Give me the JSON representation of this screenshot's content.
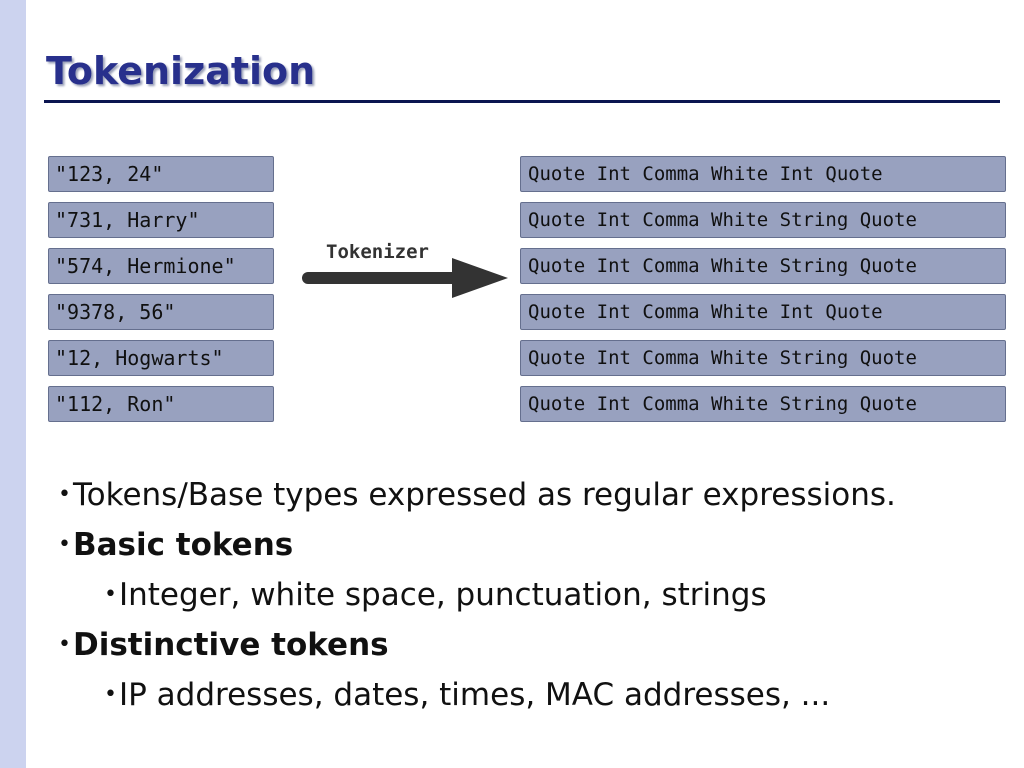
{
  "slide": {
    "title": "Tokenization"
  },
  "diagram": {
    "inputs": [
      "\"123, 24\"",
      "\"731, Harry\"",
      "\"574, Hermione\"",
      "\"9378, 56\"",
      "\"12, Hogwarts\"",
      "\"112, Ron\""
    ],
    "arrow_label": "Tokenizer",
    "outputs": [
      "Quote Int Comma White Int Quote",
      "Quote Int Comma White String Quote",
      "Quote Int Comma White String Quote",
      "Quote Int Comma White Int Quote",
      "Quote Int Comma White String Quote",
      "Quote Int Comma White String Quote"
    ]
  },
  "bullets": [
    {
      "glyph": "•",
      "text": "Tokens/Base types expressed as regular expressions.",
      "bold": false,
      "level": 1
    },
    {
      "glyph": "•",
      "text": "Basic tokens",
      "bold": true,
      "level": 1
    },
    {
      "glyph": "•",
      "text": "Integer, white space, punctuation, strings",
      "bold": false,
      "level": 2
    },
    {
      "glyph": "•",
      "text": "Distinctive tokens",
      "bold": true,
      "level": 1
    },
    {
      "glyph": "•",
      "text": "IP addresses, dates, times, MAC addresses, ...",
      "bold": false,
      "level": 2
    }
  ],
  "colors": {
    "title": "#28308c",
    "box_fill": "#98a1bf",
    "side_stripe": "#ccd3ef"
  }
}
